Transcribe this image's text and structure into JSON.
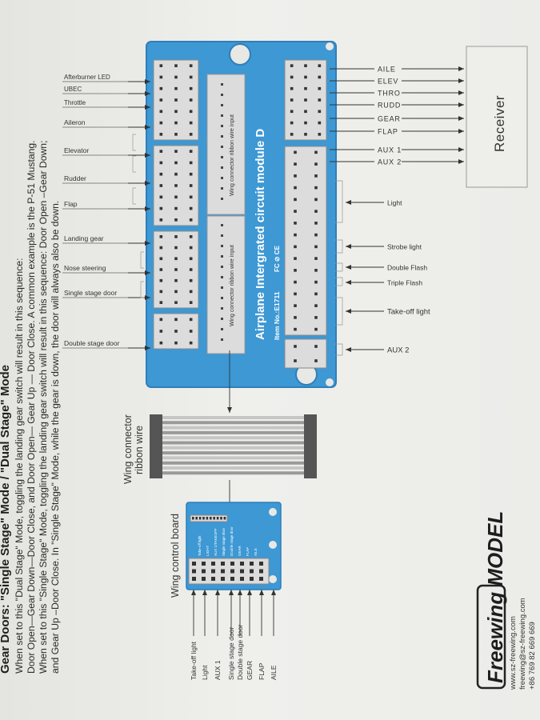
{
  "instructions": {
    "heading": "Gear Doors: \"Single Stage\" Mode / \"Dual Stage\" Mode",
    "lines": [
      "When set to this \"Dual Stage\" Mode, toggling the landing gear switch will result in this sequence:",
      "Door Open—Gear Down—Door Close, and Door Open— Gear Up — Door Close. A common example is the P-51 Mustang.",
      "When set to this \"Single Stage\" Mode, toggling the landing gear switch will result in this sequence: Door Open –Gear Down;",
      "and Gear Up –Door Close. In \"Single Stage\" Mode, while the gear is down, the door will always also be down."
    ]
  },
  "module": {
    "title": "Airplane Intergrated circuit module D",
    "item_no": "Item No.:E1711",
    "cert": "FC ⊘ CE",
    "ribbon_input_top": "Wing connector ribbon wire input",
    "ribbon_input_bottom": "Wing connector ribbon wire input",
    "left_labels": [
      "Afterburner LED",
      "UBEC",
      "Throttle",
      "Aileron",
      "Elevator",
      "Rudder",
      "Flap",
      "Landing gear",
      "Nose steering",
      "Single stage door",
      "Double stage door"
    ],
    "right_receiver_labels": [
      "AILE",
      "ELEV",
      "THRO",
      "RUDD",
      "GEAR",
      "FLAP",
      "AUX 1",
      "AUX 2"
    ],
    "right_output_labels": [
      "Light",
      "Strobe light",
      "Double Flash",
      "Triple Flash",
      "Take-off light",
      "AUX 2"
    ]
  },
  "receiver": {
    "label": "Receiver"
  },
  "ribbon": {
    "label_line1": "Wing connector",
    "label_line2": "ribbon wire"
  },
  "wing_board": {
    "title": "Wing control board",
    "pin_labels": [
      "Take-off light",
      "Light",
      "AUX 1",
      "Single stage door",
      "Double stage door",
      "GEAR",
      "FLAP",
      "AILE"
    ],
    "tiny_labels": [
      "Take-off light",
      "LIGHT",
      "AUX 1/TAKEOFF",
      "Single stage door",
      "Double stage door",
      "GEAR",
      "FLAP",
      "AILE"
    ]
  },
  "brand": {
    "logo": "Freewing MODEL",
    "website": "www.sz-freewing.com",
    "email": "freewing@sz-freewing.com",
    "phone": "+86 769 82 669 669"
  },
  "colors": {
    "board": "#3d98d4",
    "board_edge": "#2f7fb8",
    "connector": "#dcdcdc",
    "ink": "#2b2b2b"
  }
}
